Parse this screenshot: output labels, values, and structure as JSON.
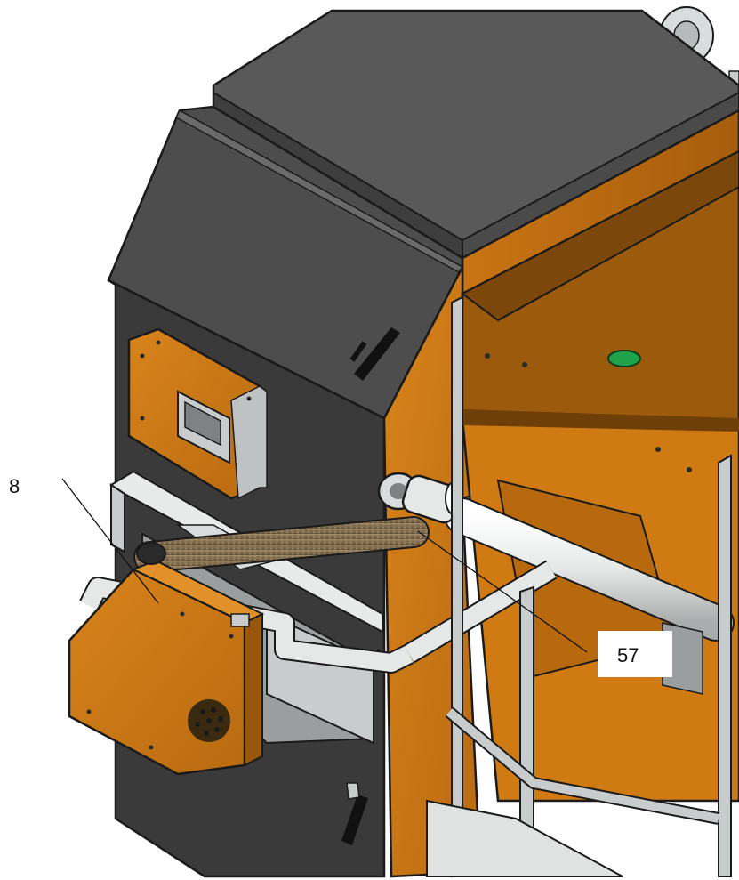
{
  "callouts": [
    {
      "id": "8",
      "label": "8"
    },
    {
      "id": "57",
      "label": "57"
    }
  ],
  "colors": {
    "housing_orange": "#d07a14",
    "housing_orange_dark": "#9a560a",
    "cover_dark": "#4a4a4a",
    "cover_light": "#5e5e5e",
    "steel": "#c9cccc",
    "pipe_white": "#eceeee",
    "hose_brown": "#8a7454",
    "indicator_green": "#1fa34a",
    "outline": "#1a1a1a"
  },
  "icons": [
    "boiler-illustration",
    "feed-hose",
    "burner-unit",
    "pellet-hopper",
    "callout-leader-line"
  ]
}
